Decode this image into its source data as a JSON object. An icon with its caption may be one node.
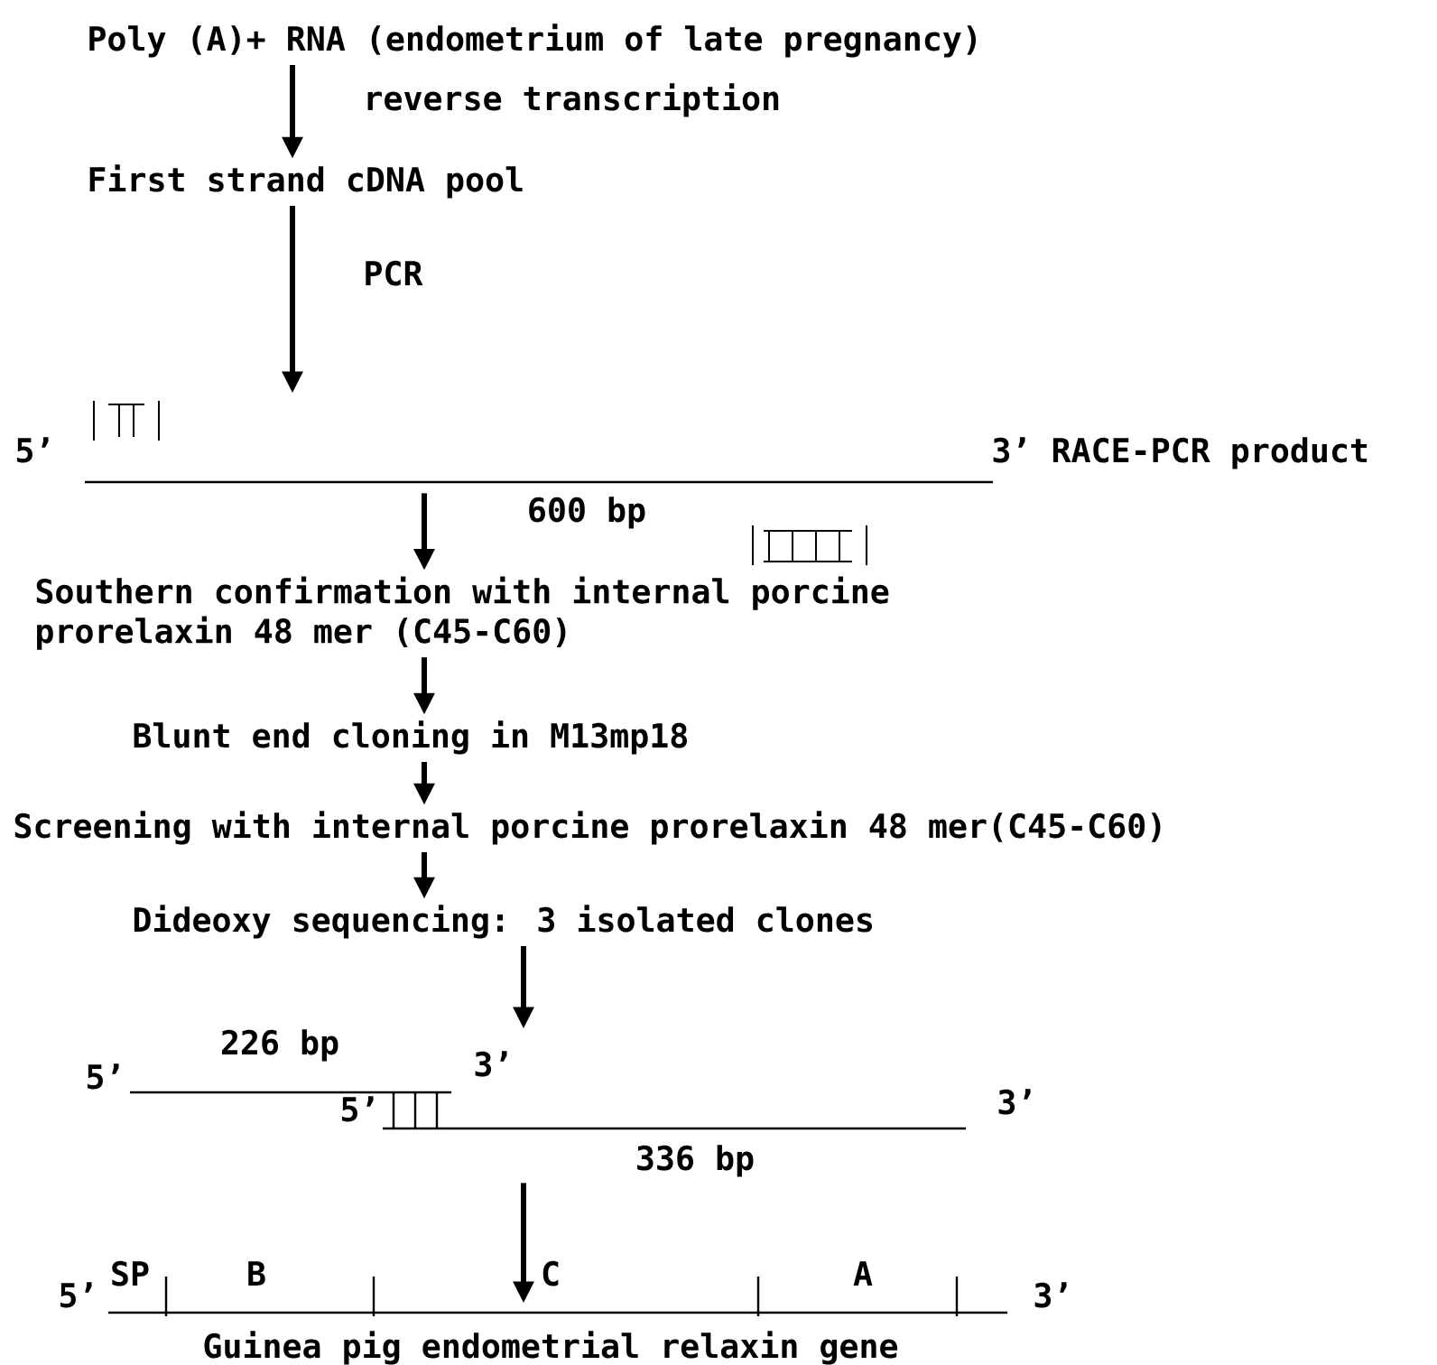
{
  "diagram": {
    "nodes": [
      {
        "text": [
          "Poly (A)+ RNA (endometrium of late pregnancy)"
        ]
      },
      {
        "text": [
          "First strand cDNA pool"
        ]
      },
      {
        "text": [],
        "shape": "line",
        "beside": [
          "5’",
          "3’ RACE-PCR product",
          "600 bp"
        ]
      },
      {
        "text": [
          "Southern confirmation with internal porcine prorelaxin 48 mer (C45-C60)"
        ]
      },
      {
        "text": [
          "Blunt end cloning in M13mp18"
        ]
      },
      {
        "text": [
          "Screening with internal porcine prorelaxin 48 mer(C45-C60)"
        ]
      },
      {
        "text": [
          "Dideoxy sequencing: 3 isolated clones"
        ]
      },
      {
        "text": [
          "226 bp",
          "5’",
          "3’",
          "5’",
          "3’",
          "336 bp"
        ]
      },
      {
        "text": [],
        "shape": "line",
        "beside": [
          "SP",
          "B",
          "C",
          "A",
          "5’",
          "3’",
          "Guinea pig endometrial relaxin gene"
        ]
      }
    ],
    "edges": [
      {
        "from": 0,
        "to": 1,
        "arrow": "to",
        "label": "reverse transcription"
      },
      {
        "from": 1,
        "to": 2,
        "arrow": "to",
        "label": "PCR"
      },
      {
        "from": 2,
        "to": 3,
        "arrow": "to"
      },
      {
        "from": 3,
        "to": 4,
        "arrow": "to"
      },
      {
        "from": 4,
        "to": 5,
        "arrow": "to"
      },
      {
        "from": 5,
        "to": 6,
        "arrow": "to"
      },
      {
        "from": 6,
        "to": 7,
        "arrow": "to"
      },
      {
        "from": 7,
        "to": 8,
        "arrow": "to"
      }
    ]
  }
}
